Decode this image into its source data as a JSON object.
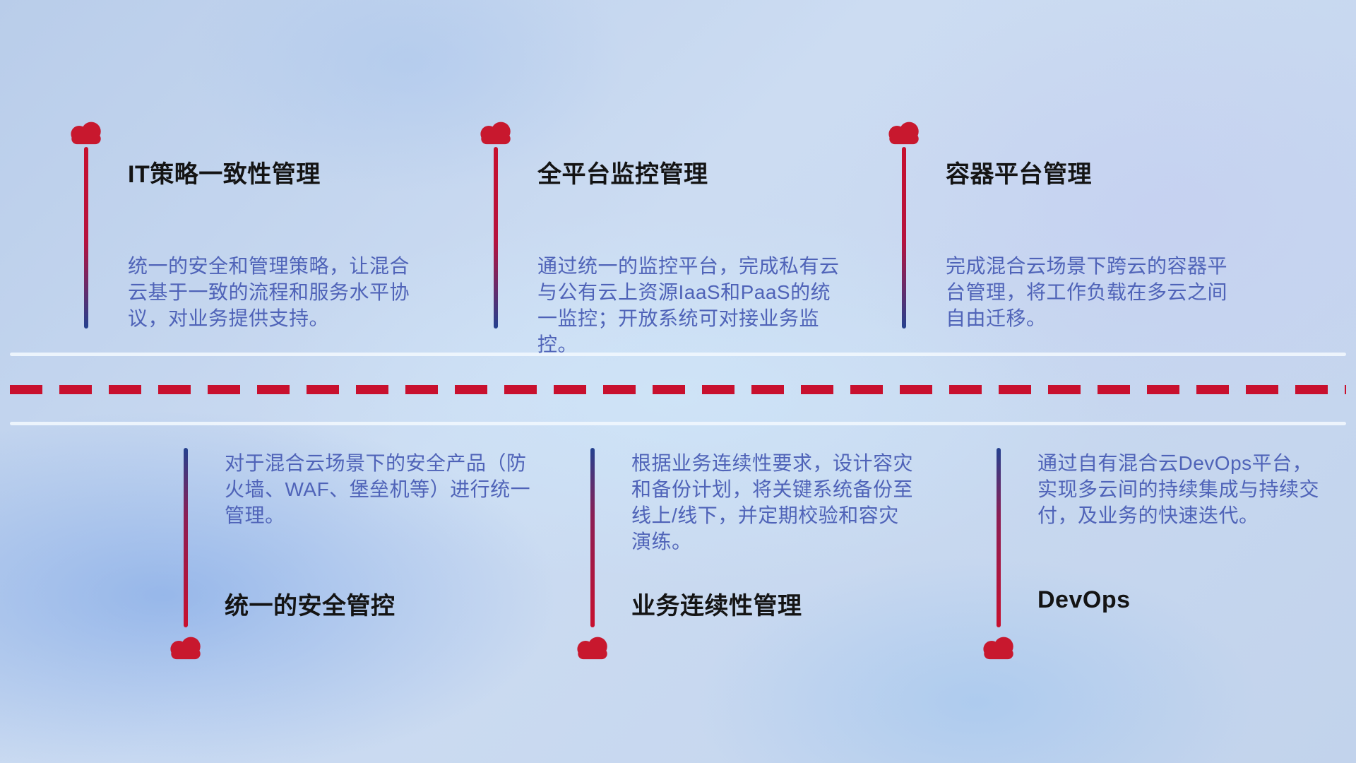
{
  "top_items": [
    {
      "title": "IT策略一致性管理",
      "description": "统一的安全和管理策略，让混合云基于一致的流程和服务水平协议，对业务提供支持。"
    },
    {
      "title": "全平台监控管理",
      "description": "通过统一的监控平台，完成私有云与公有云上资源IaaS和PaaS的统一监控；开放系统可对接业务监控。"
    },
    {
      "title": "容器平台管理",
      "description": "完成混合云场景下跨云的容器平台管理，将工作负载在多云之间自由迁移。"
    }
  ],
  "bottom_items": [
    {
      "title": "统一的安全管控",
      "description": "对于混合云场景下的安全产品（防火墙、WAF、堡垒机等）进行统一管理。"
    },
    {
      "title": "业务连续性管理",
      "description": "根据业务连续性要求，设计容灾和备份计划，将关键系统备份至线上/线下，并定期校验和容灾演练。"
    },
    {
      "title": "DevOps",
      "description": "通过自有混合云DevOps平台，实现多云间的持续集成与持续交付，及业务的快速迭代。"
    }
  ],
  "colors": {
    "cloud_red": "#c8182e",
    "dash_red": "#c8102e",
    "stem_blue": "#24418f",
    "title_text": "#141414",
    "description_text": "#4f63b8"
  }
}
